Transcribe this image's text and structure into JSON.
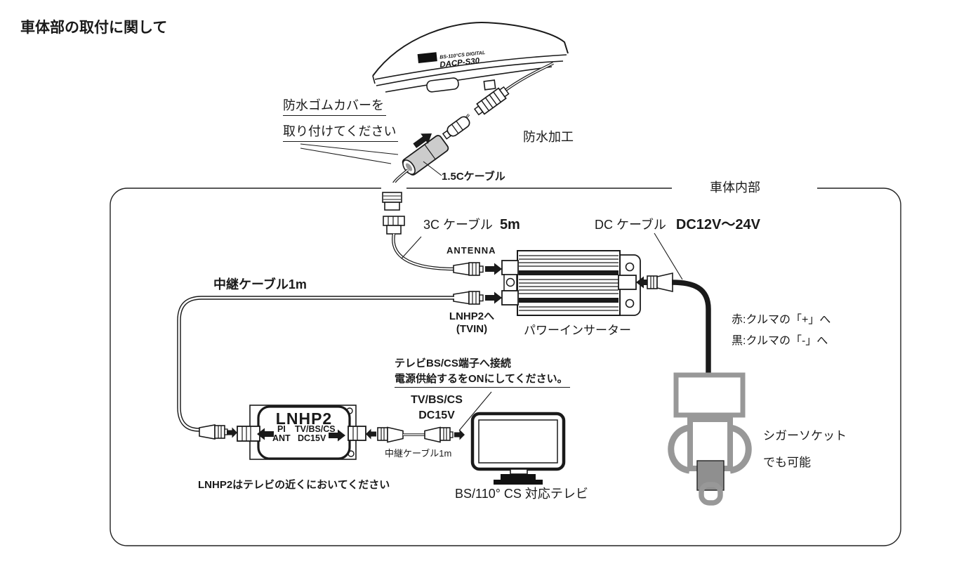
{
  "title": "車体部の取付に関して",
  "colors": {
    "ink": "#1a1a1a",
    "socket_gray": "#989898",
    "cover_gray": "#cccccc",
    "plug_dark": "#8f8f8f"
  },
  "antenna_unit": {
    "label_top": "BS-110°CS DIGITAL",
    "label_model": "DACP-S30"
  },
  "outdoor": {
    "waterproof_cover_note_line1": "防水ゴムカバーを",
    "waterproof_cover_note_line2": "取り付けてください",
    "waterproof_label": "防水加工",
    "cable_label": "1.5Cケーブル"
  },
  "enclosure": {
    "label": "車体内部"
  },
  "cables": {
    "cable_3c": "3C ケーブル",
    "cable_3c_length": "5m",
    "dc_cable": "DC ケーブル",
    "dc_voltage": "DC12V〜24V",
    "relay_cable": "中継ケーブル1m",
    "relay_cable_short": "中継ケーブル1m"
  },
  "power_inserter": {
    "antenna_port": "ANTENNA",
    "tvin_line1": "LNHP2へ",
    "tvin_line2": "(TVIN)",
    "caption": "パワーインサーター",
    "wire_red": "赤:クルマの「+」へ",
    "wire_black": "黒:クルマの「-」へ"
  },
  "cigar_socket": {
    "line1": "シガーソケット",
    "line2": "でも可能"
  },
  "lnhp2": {
    "name": "LNHP2",
    "port_pi": "PI",
    "port_ant": "ANT",
    "port_tv": "TV/BS/CS",
    "port_dc": "DC15V",
    "note": "LNHP2はテレビの近くにおいてください"
  },
  "tv": {
    "note_line1": "テレビBS/CS端子へ接続",
    "note_line2": "電源供給するをONにしてください。",
    "input_line1": "TV/BS/CS",
    "input_line2": "DC15V",
    "caption": "BS/110° CS 対応テレビ"
  }
}
